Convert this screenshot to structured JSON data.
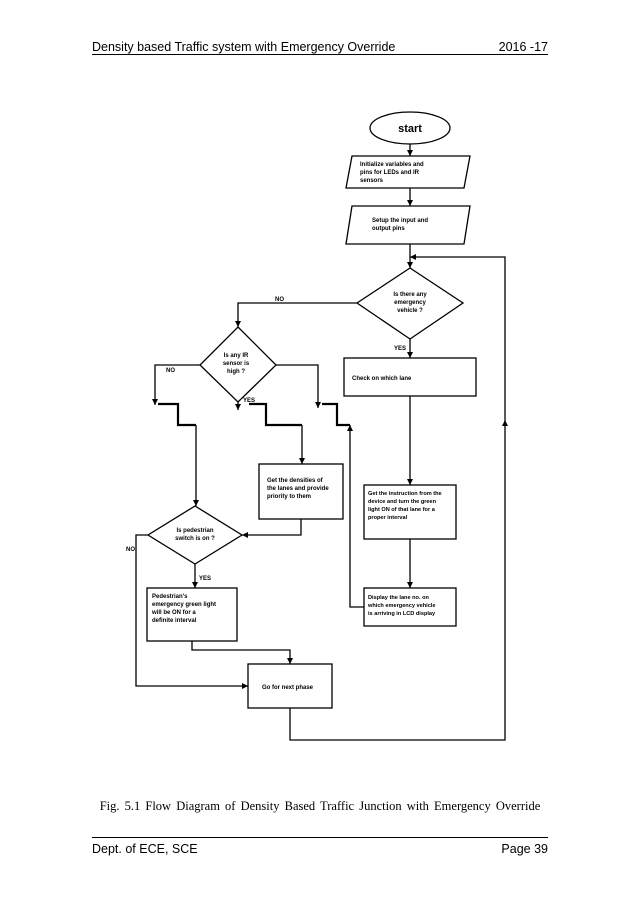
{
  "header": {
    "title": "Density based Traffic system with Emergency Override",
    "year": "2016 -17"
  },
  "footer": {
    "dept": "Dept. of ECE, SCE",
    "page": "Page 39"
  },
  "caption": "Fig. 5.1 Flow Diagram of Density Based Traffic Junction with Emergency Override",
  "flow": {
    "start": "start",
    "init": [
      "Initialize variables and",
      "pins for  LEDs and IR",
      "sensors"
    ],
    "setup": [
      "Setup the input and",
      "output pins"
    ],
    "emergency": [
      "Is there any",
      "emergency",
      "vehicle ?"
    ],
    "ir": [
      "Is any IR",
      "sensor is",
      "high ?"
    ],
    "check_lane": "Check on which lane",
    "densities": [
      "Get the densities of",
      "the lanes and provide",
      "priority to them"
    ],
    "instruction": [
      "Get the instruction from the",
      "device and turn the green",
      "light ON of that lane for a",
      "proper interval"
    ],
    "pedestrian": [
      "Is pedestrian",
      "switch is on ?"
    ],
    "display": [
      "Display the lane no. on",
      "which emergency vehicle",
      "is arriving in LCD display"
    ],
    "ped_green": [
      "Pedestrian's",
      "emergency green light",
      "will be ON for a",
      "definite interval"
    ],
    "next_phase": "Go for next phase",
    "labels": {
      "no": "NO",
      "yes": "YES"
    }
  }
}
